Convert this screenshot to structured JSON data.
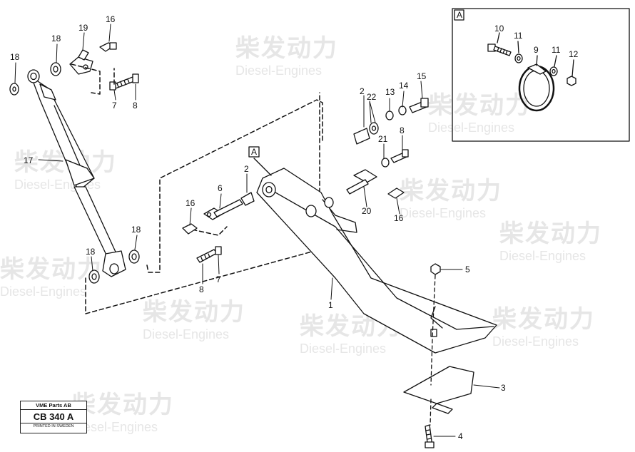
{
  "watermark": {
    "cn": "柴发动力",
    "en": "Diesel-Engines"
  },
  "inset": {
    "label": "A"
  },
  "view_label": "A",
  "callouts": {
    "c1": "1",
    "c2a": "2",
    "c2b": "2",
    "c3": "3",
    "c4": "4",
    "c5": "5",
    "c6": "6",
    "c7a": "7",
    "c7b": "7",
    "c8a": "8",
    "c8b": "8",
    "c8c": "8",
    "c9": "9",
    "c10": "10",
    "c11a": "11",
    "c11b": "11",
    "c12": "12",
    "c13": "13",
    "c14": "14",
    "c15": "15",
    "c16a": "16",
    "c16b": "16",
    "c16c": "16",
    "c17": "17",
    "c18a": "18",
    "c18b": "18",
    "c18c": "18",
    "c18d": "18",
    "c19": "19",
    "c20": "20",
    "c21": "21",
    "c22": "22"
  },
  "stamp": {
    "brand": "VME Parts AB",
    "code": "CB 340 A",
    "printed": "PRINTED IN SWEDEN"
  }
}
